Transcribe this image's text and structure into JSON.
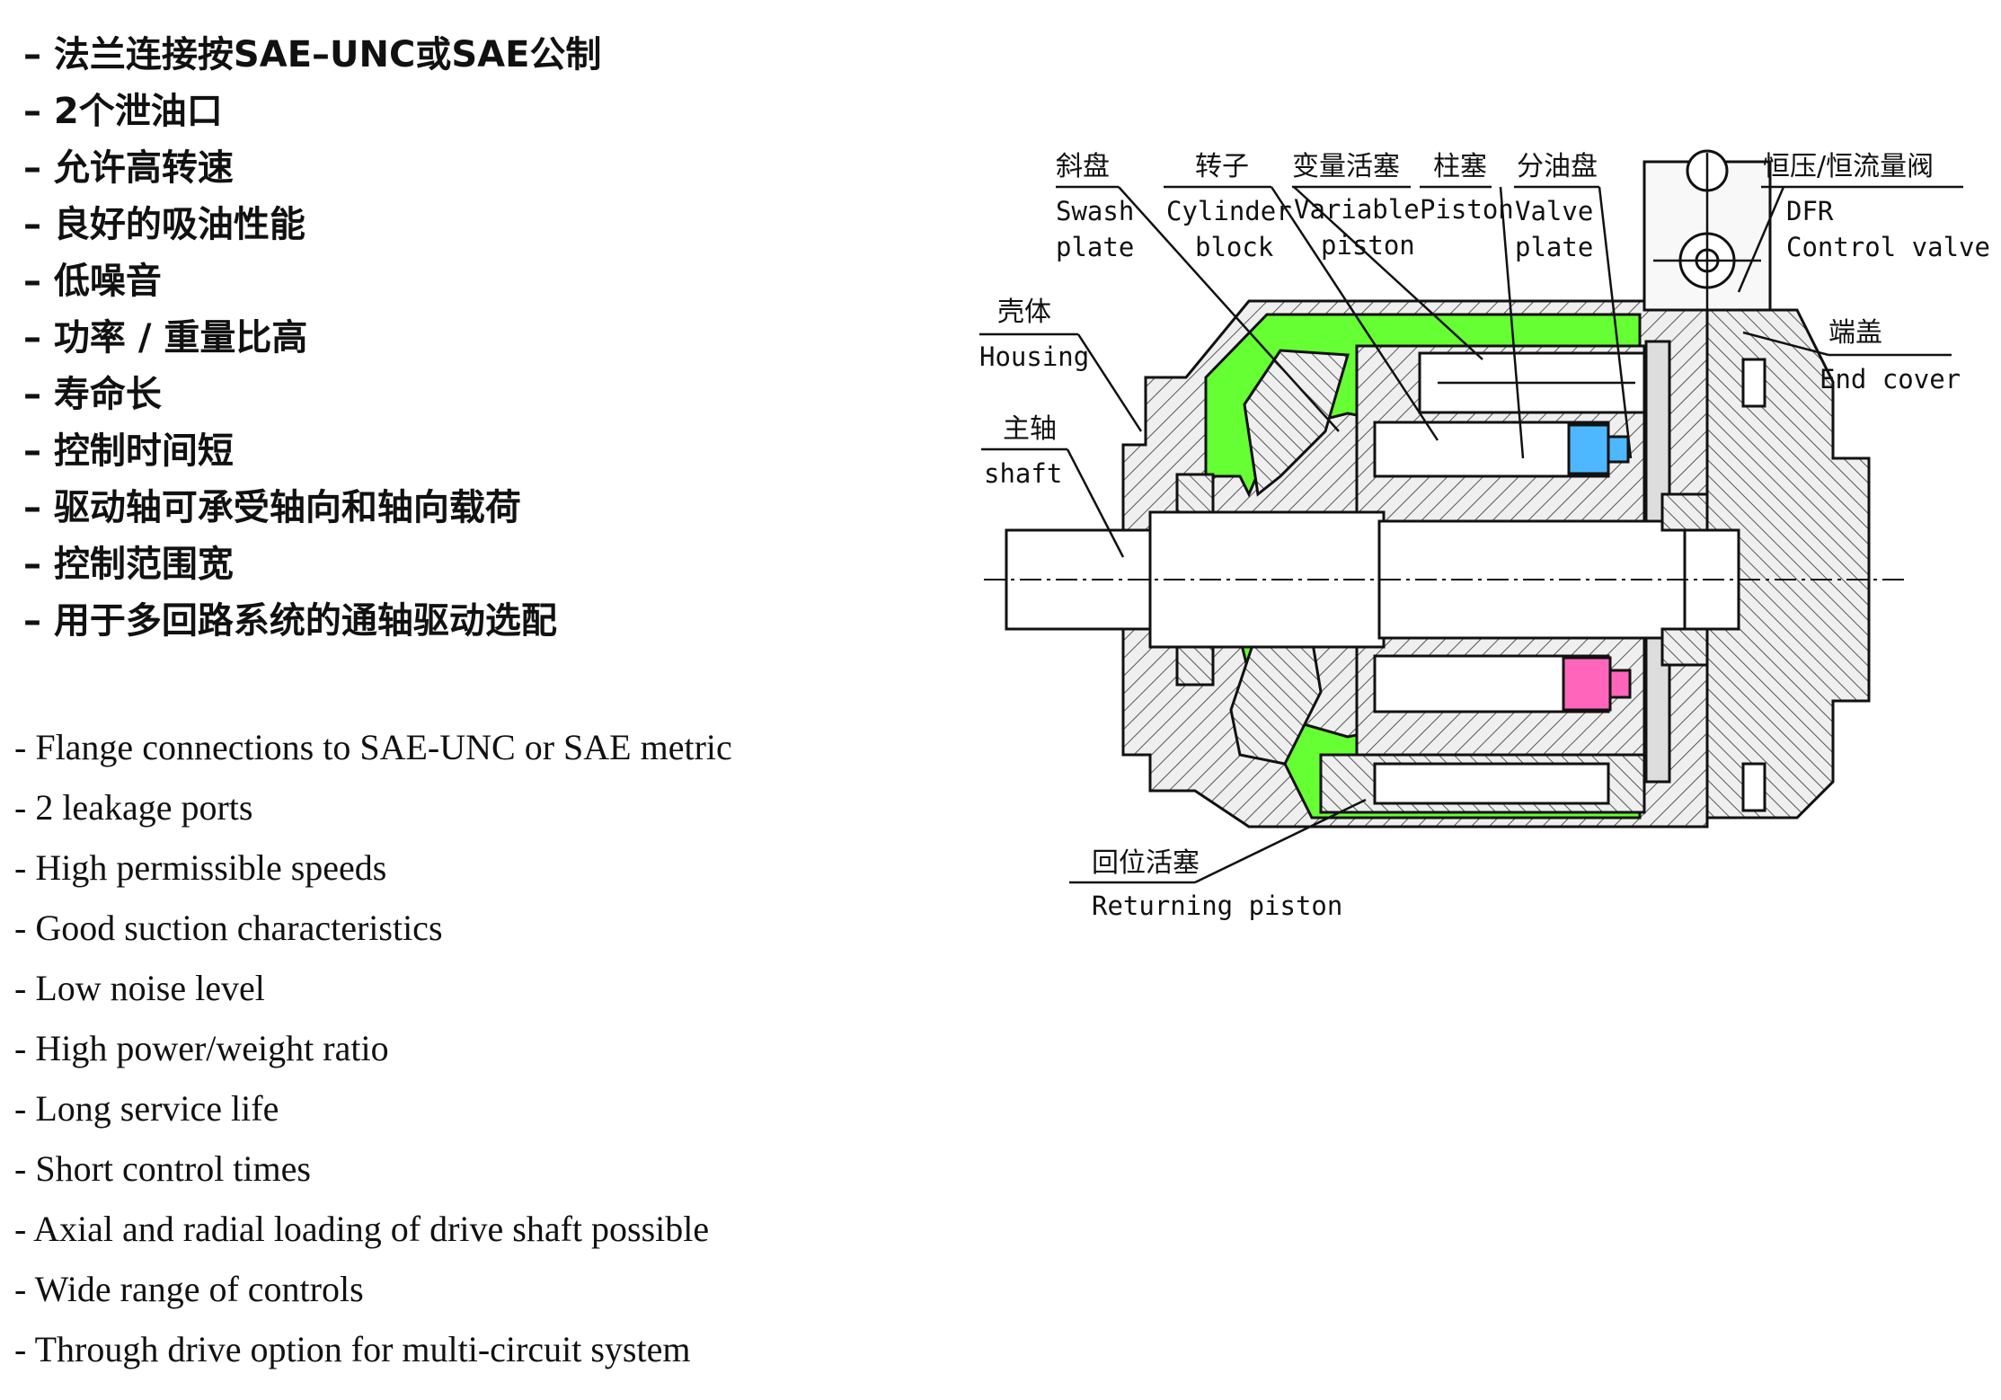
{
  "features_cn": [
    "– 法兰连接按SAE–UNC或SAE公制",
    "– 2个泄油口",
    "– 允许高转速",
    "– 良好的吸油性能",
    "– 低噪音",
    "– 功率 / 重量比高",
    "– 寿命长",
    "– 控制时间短",
    "– 驱动轴可承受轴向和轴向载荷",
    "– 控制范围宽",
    "– 用于多回路系统的通轴驱动选配"
  ],
  "features_en": [
    "- Flange connections to SAE-UNC or SAE metric",
    "- 2 leakage ports",
    "- High permissible speeds",
    "- Good suction characteristics",
    "- Low noise level",
    "- High power/weight ratio",
    "- Long service life",
    "- Short control times",
    "- Axial and radial loading of drive shaft possible",
    "- Wide range of controls",
    "- Through drive option for multi-circuit system"
  ],
  "diagram": {
    "labels": {
      "swash_cn": "斜盘",
      "swash_en1": "Swash",
      "swash_en2": "plate",
      "cyl_cn": "转子",
      "cyl_en1": "Cylinder",
      "cyl_en2": "block",
      "var_cn": "变量活塞",
      "var_en1": "Variable",
      "var_en2": "piston",
      "piston_cn": "柱塞",
      "piston_en": "Piston",
      "valve_cn": "分油盘",
      "valve_en1": "Valve",
      "valve_en2": "plate",
      "ctrl_cn": "恒压/恒流量阀",
      "ctrl_en1": "DFR",
      "ctrl_en2": "Control valve",
      "housing_cn": "壳体",
      "housing_en": "Housing",
      "shaft_cn": "主轴",
      "shaft_en": "shaft",
      "end_cn": "端盖",
      "end_en": "End cover",
      "return_cn": "回位活塞",
      "return_en": "Returning piston"
    },
    "colors": {
      "oil": "#66ff33",
      "metal": "#e8e8e8",
      "hatch": "#555555",
      "piston_blue": "#4db8ff",
      "piston_pink": "#ff66bb"
    }
  }
}
